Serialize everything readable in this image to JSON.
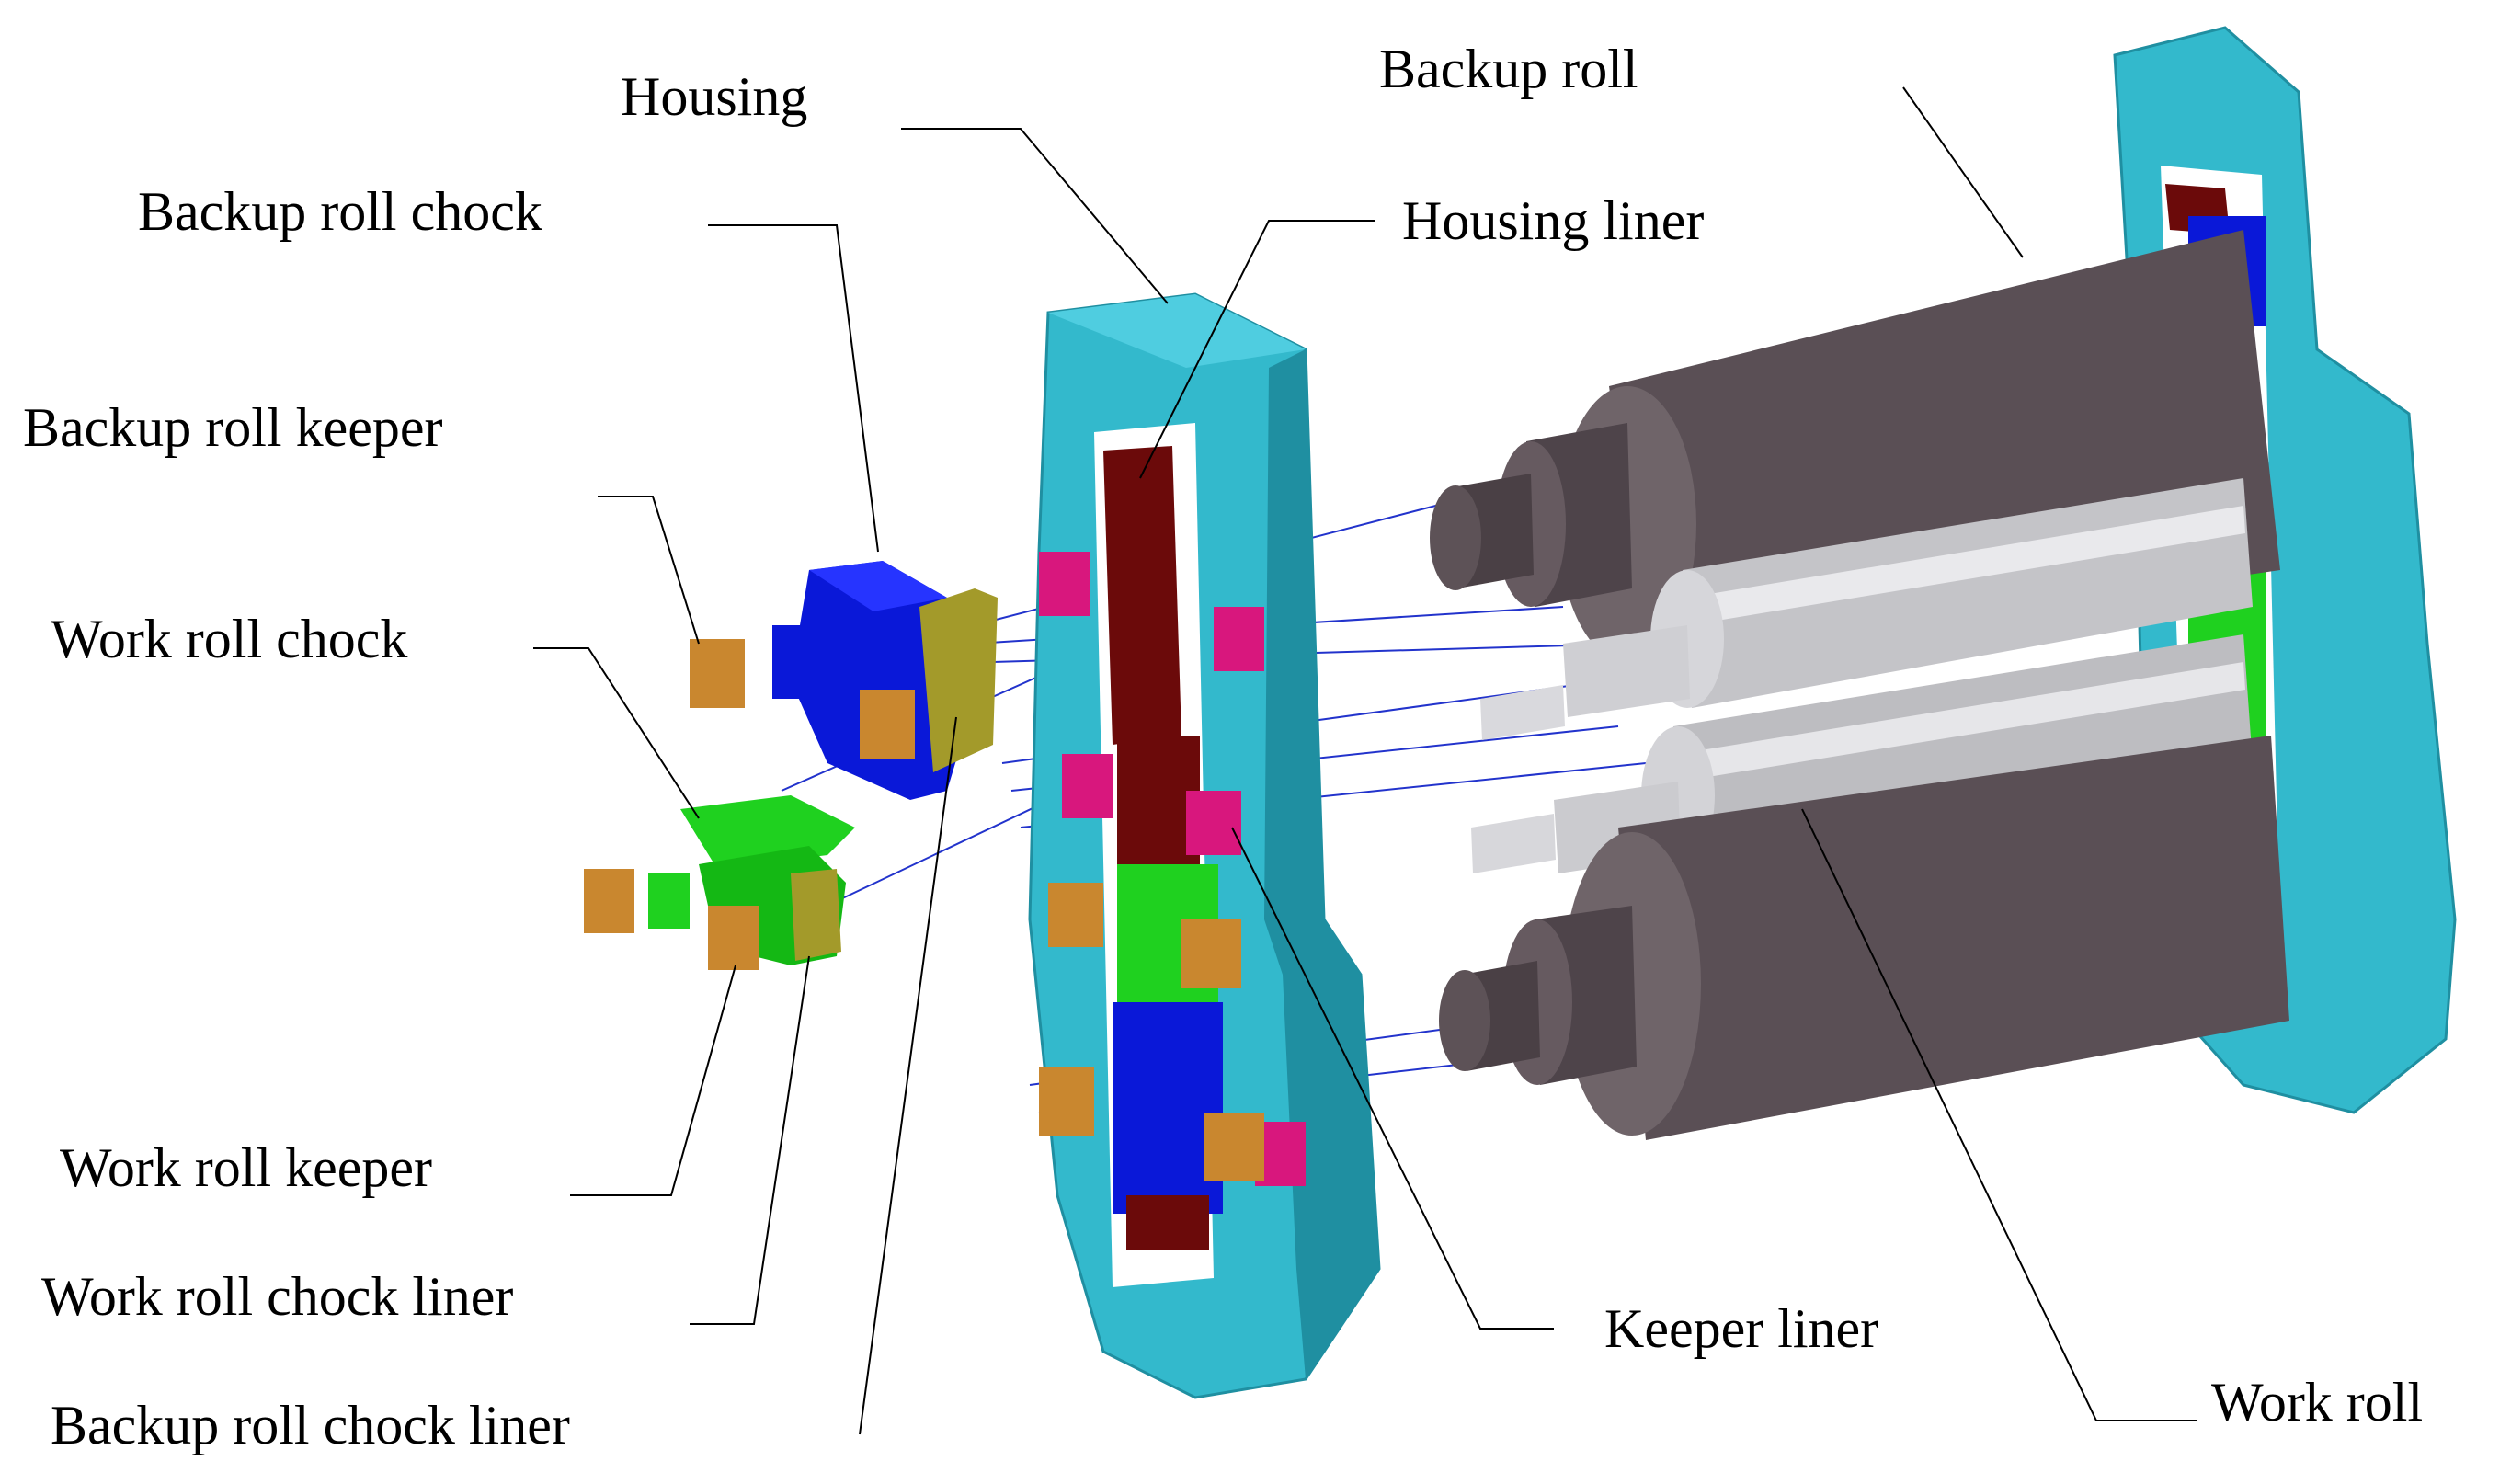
{
  "labels": {
    "housing": "Housing",
    "backup_roll": "Backup roll",
    "backup_roll_chock": "Backup roll chock",
    "housing_liner": "Housing liner",
    "backup_roll_keeper": "Backup roll keeper",
    "work_roll_chock": "Work roll chock",
    "work_roll_keeper": "Work roll keeper",
    "work_roll_chock_liner": "Work roll chock liner",
    "backup_roll_chock_liner": "Backup roll chock liner",
    "keeper_liner": "Keeper liner",
    "work_roll": "Work roll"
  },
  "colors": {
    "housing": "#33b9cc",
    "housing_shade": "#1f8fa1",
    "housing_liner": "#6b0a0a",
    "backup_roll": "#5a4f55",
    "backup_roll_light": "#7a6e74",
    "work_roll": "#b9b9bd",
    "work_roll_light": "#e4e4e7",
    "backup_chock": "#0a18d8",
    "work_chock": "#1fd11f",
    "keeper": "#c9872f",
    "chock_liner": "#a39a2a",
    "keeper_liner": "#d8177d",
    "guide_line": "#2233cc",
    "leader_line": "#000000"
  }
}
